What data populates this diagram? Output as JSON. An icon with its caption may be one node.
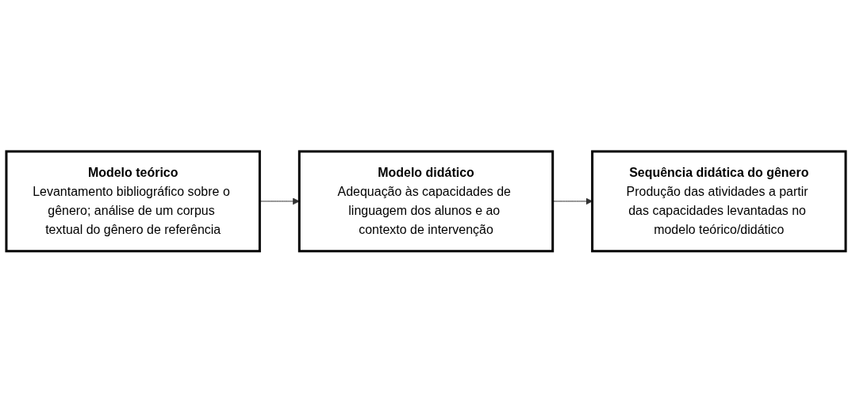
{
  "diagram": {
    "nodes": [
      {
        "text": [
          "Modelo teórico",
          "Levantamento bibliográfico sobre o gênero; análise de um corpus textual do gênero de referência"
        ]
      },
      {
        "text": [
          "Modelo didático",
          "Adequação às capacidades de linguagem dos alunos e ao contexto de intervenção"
        ]
      },
      {
        "text": [
          "Sequência didática do gênero",
          "Produção das atividades a partir das capacidades levantadas no modelo teórico/didático"
        ]
      }
    ],
    "edges": [
      {
        "from": 0,
        "to": 1,
        "arrow": "to"
      },
      {
        "from": 1,
        "to": 2,
        "arrow": "to"
      }
    ]
  }
}
